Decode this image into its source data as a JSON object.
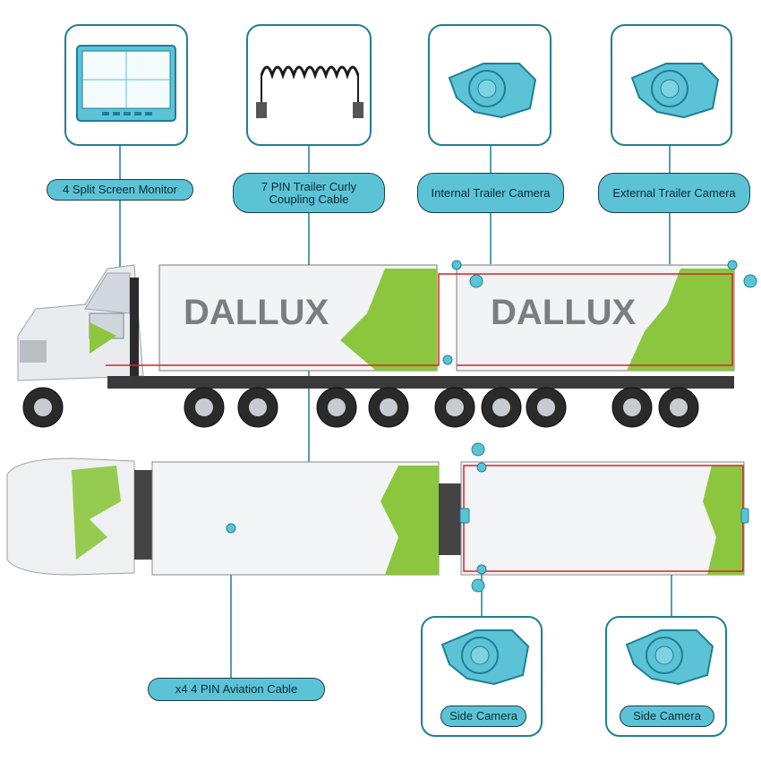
{
  "labels": {
    "monitor": "4 Split Screen Monitor",
    "cable": "7 PIN Trailer Curly Coupling Cable",
    "internal_camera": "Internal Trailer Camera",
    "external_camera": "External Trailer Camera",
    "aviation_cable": "x4 4 PIN Aviation Cable",
    "side_camera_1": "Side Camera",
    "side_camera_2": "Side Camera"
  },
  "trailer_brand": "DALLUX",
  "colors": {
    "accent": "#5cc3d6",
    "line": "#1d7f96",
    "green": "#8cc63f",
    "wire": "#d8232a"
  },
  "icons": [
    "monitor-icon",
    "curly-cable-icon",
    "camera-icon"
  ]
}
